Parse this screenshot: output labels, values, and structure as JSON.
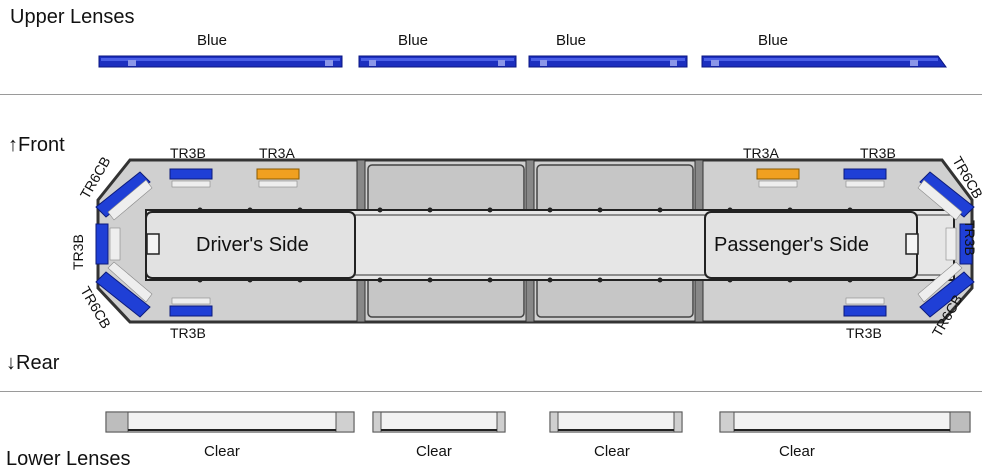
{
  "upper_lenses": {
    "title": "Upper Lenses",
    "lenses": [
      {
        "label": "Blue",
        "color": "#1c2fbf"
      },
      {
        "label": "Blue",
        "color": "#1c2fbf"
      },
      {
        "label": "Blue",
        "color": "#1c2fbf"
      },
      {
        "label": "Blue",
        "color": "#1c2fbf"
      }
    ]
  },
  "orientation": {
    "front_label": "Front",
    "rear_label": "Rear",
    "up_arrow": "↑",
    "down_arrow": "↓"
  },
  "lightbar": {
    "drivers_side_label": "Driver's Side",
    "passengers_side_label": "Passenger's Side",
    "modules": {
      "tr3b": "TR3B",
      "tr3a": "TR3A",
      "tr6cb": "TR6CB"
    },
    "colors": {
      "blue": "#1f3fd6",
      "amber": "#f0a020",
      "housing": "#c8c8c8",
      "outline": "#333333"
    }
  },
  "lower_lenses": {
    "title": "Lower Lenses",
    "lenses": [
      {
        "label": "Clear"
      },
      {
        "label": "Clear"
      },
      {
        "label": "Clear"
      },
      {
        "label": "Clear"
      }
    ]
  }
}
